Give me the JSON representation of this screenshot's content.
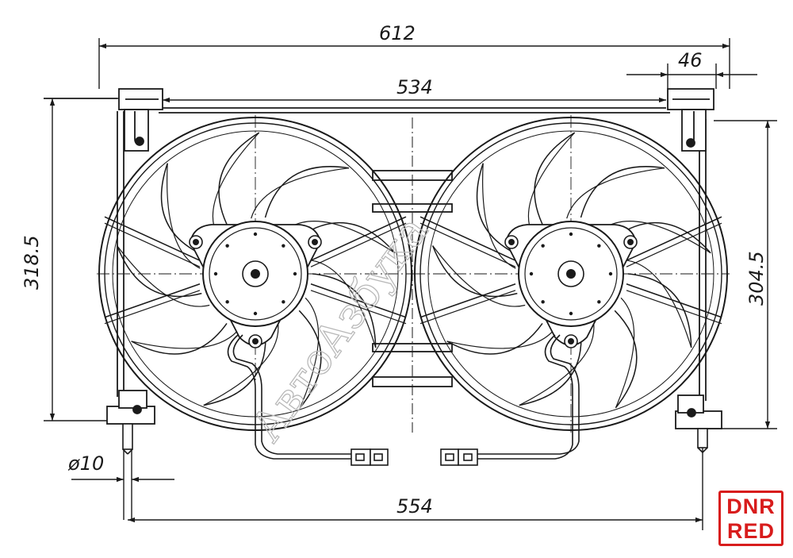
{
  "dimensions": {
    "overall_width": "612",
    "mount_spacing": "534",
    "lug_offset": "46",
    "left_height": "318.5",
    "right_height": "304.5",
    "pin_diameter": "ø10",
    "pin_spacing": "554"
  },
  "watermark": "АвтоАзбука",
  "badge": {
    "line1": "DNR",
    "line2": "RED"
  },
  "colors": {
    "ink": "#1a1a1a",
    "watermark": "#b9b9b9",
    "badge": "#d81c1c"
  }
}
